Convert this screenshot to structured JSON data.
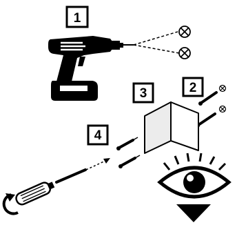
{
  "steps": [
    {
      "number": "1",
      "action": "drill-holes"
    },
    {
      "number": "2",
      "action": "insert-screws"
    },
    {
      "number": "3",
      "action": "position-bracket"
    },
    {
      "number": "4",
      "action": "fasten-with-screwdriver"
    }
  ],
  "icons": [
    "drill-icon",
    "drill-bit-cross-icon",
    "screw-icon",
    "bracket-icon",
    "screwdriver-icon",
    "rotate-arrow-icon",
    "eye-icon",
    "down-arrow-icon"
  ],
  "colors": {
    "ink": "#000000",
    "paper": "#ffffff",
    "bracket": "#ececec"
  }
}
